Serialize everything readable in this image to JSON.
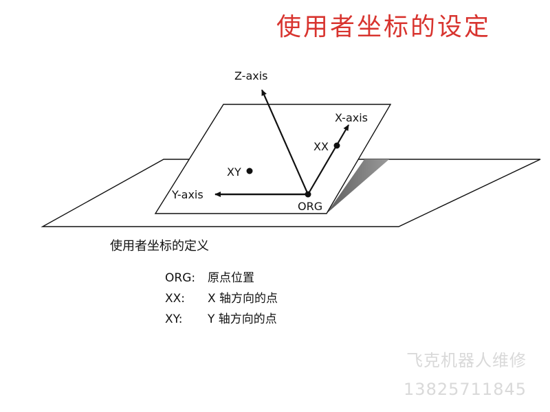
{
  "title": "使用者坐标的设定",
  "diagram": {
    "z_axis": "Z-axis",
    "x_axis": "X-axis",
    "y_axis": "Y-axis",
    "xx": "XX",
    "xy": "XY",
    "org": "ORG"
  },
  "legend": {
    "heading": "使用者坐标的定义",
    "items": [
      {
        "term": "ORG:",
        "desc": "原点位置"
      },
      {
        "term": "XX:",
        "desc": "X 轴方向的点"
      },
      {
        "term": "XY:",
        "desc": "Y 轴方向的点"
      }
    ]
  },
  "watermark": {
    "name": "飞克机器人维修",
    "phone": "13825711845"
  },
  "colors": {
    "title": "#d8342f",
    "watermark": "#d9d9d9",
    "shadow": "#6f6f6f"
  }
}
